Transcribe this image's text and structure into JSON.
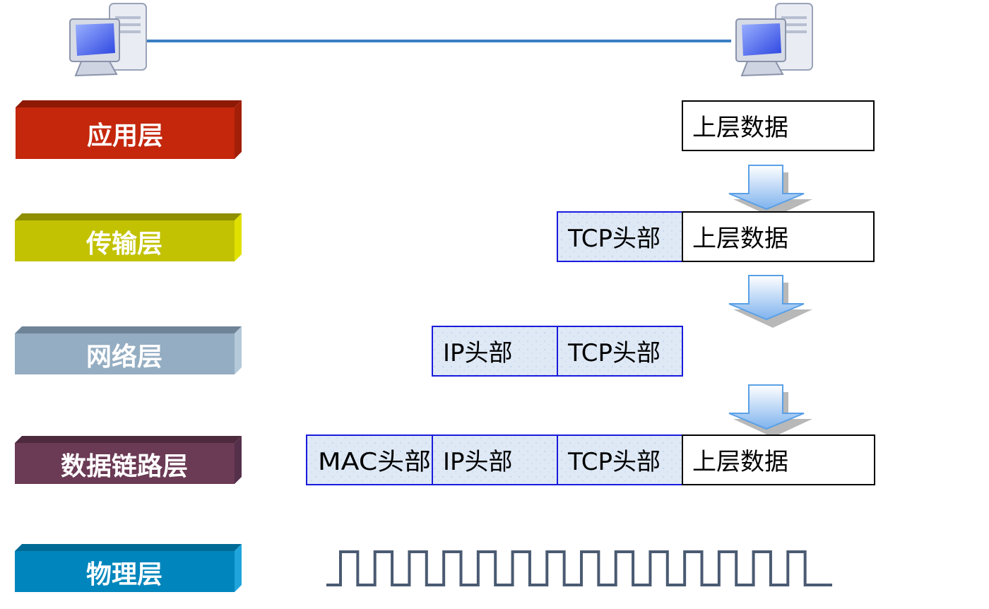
{
  "hosts": {
    "left_icon": "computer-icon",
    "right_icon": "computer-icon"
  },
  "layers": [
    {
      "key": "application",
      "label": "应用层",
      "color": "#c4270c",
      "top_color": "#8e1a06",
      "side_color": "#a31f08"
    },
    {
      "key": "transport",
      "label": "传输层",
      "color": "#c2c203",
      "top_color": "#8f8f00",
      "side_color": "#e0e000"
    },
    {
      "key": "network",
      "label": "网络层",
      "color": "#94adc2",
      "top_color": "#6f8597",
      "side_color": "#b4c9d9"
    },
    {
      "key": "datalink",
      "label": "数据链路层",
      "color": "#6b3a55",
      "top_color": "#4e2a3e",
      "side_color": "#55304a"
    },
    {
      "key": "physical",
      "label": "物理层",
      "color": "#0086bd",
      "top_color": "#006a96",
      "side_color": "#1fa5dc"
    }
  ],
  "segments": {
    "upper_data": "上层数据",
    "tcp_header": "TCP头部",
    "ip_header": "IP头部",
    "mac_header": "MAC头部"
  },
  "colors": {
    "header_border": "#1a1adc",
    "header_fill": "#dfe9f6",
    "data_border": "#000000",
    "link_line": "#3a7ec2",
    "signal": "#4a5a72",
    "arrow_fill": "#8fbff0"
  },
  "signal": {
    "pulses": 14
  }
}
